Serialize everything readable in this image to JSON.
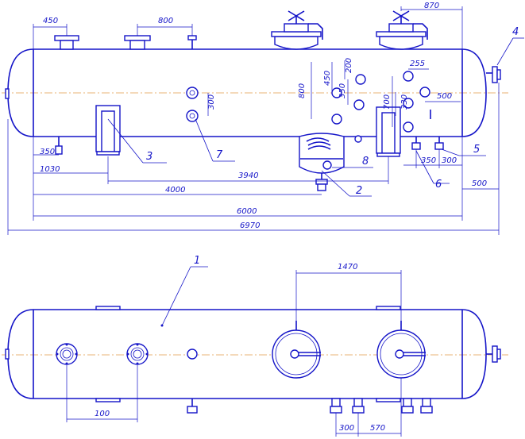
{
  "colors": {
    "line": "#1414c8",
    "axis": "#e39a4a",
    "background": "#ffffff"
  },
  "top_view_dims": {
    "d450": "450",
    "d800_top": "800",
    "d870": "870",
    "d255": "255",
    "d200": "200",
    "d450_v": "450",
    "d800_v": "800",
    "d350_v": "350",
    "d300_v": "300",
    "d700_v": "700",
    "d330_v": "330",
    "d500_r": "500",
    "d350_l": "350",
    "d1030": "1030",
    "d3940": "3940",
    "d4000": "4000",
    "d350_b": "350",
    "d300_b": "300",
    "d500_b": "500",
    "d6000": "6000",
    "d6970": "6970"
  },
  "bottom_view_dims": {
    "d1470": "1470",
    "d100": "100",
    "d300": "300",
    "d570": "570"
  },
  "callouts": {
    "c1": "1",
    "c2": "2",
    "c3": "3",
    "c4": "4",
    "c5": "5",
    "c6": "6",
    "c7": "7",
    "c8": "8"
  }
}
